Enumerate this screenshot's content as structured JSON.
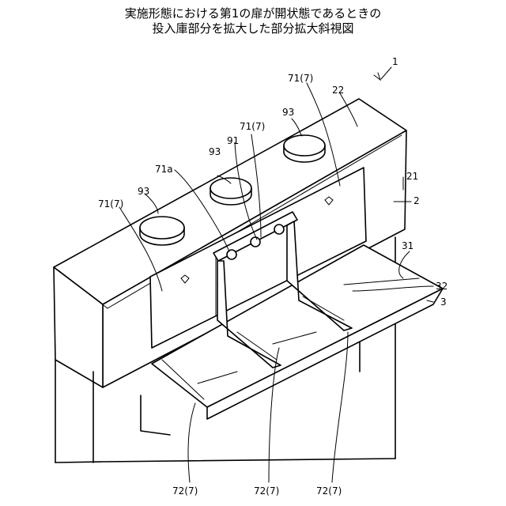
{
  "title": {
    "line1": "実施形態における第1の扉が開状態であるときの",
    "line2": "投入庫部分を拡大した部分拡大斜視図"
  },
  "labels": {
    "ref_1": "1",
    "ref_2": "2",
    "ref_3": "3",
    "ref_21": "21",
    "ref_22": "22",
    "ref_31": "31",
    "ref_32": "32",
    "ref_71a": "71a",
    "ref_91": "91",
    "ref_93_left": "93",
    "ref_93_middle": "93",
    "ref_93_right": "93",
    "ref_71_left": "71(7)",
    "ref_71_middle": "71(7)",
    "ref_71_right": "71(7)",
    "ref_72_left": "72(7)",
    "ref_72_middle": "72(7)",
    "ref_72_right": "72(7)"
  }
}
